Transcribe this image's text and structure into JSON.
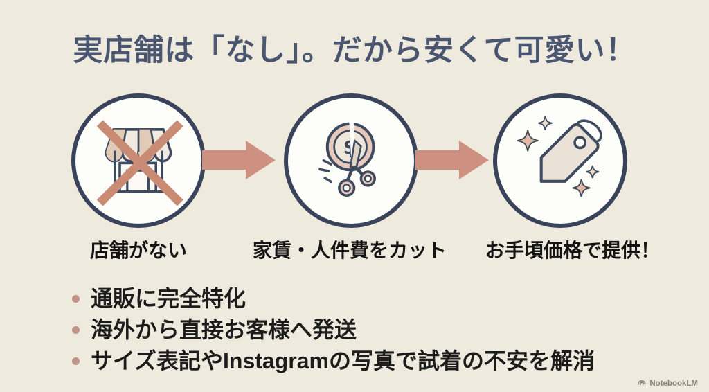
{
  "slide": {
    "title": "実店舗は「なし」。だから安くて可愛い！",
    "flow": {
      "steps": [
        {
          "icon": "no-storefront-icon",
          "label": "店舗がない"
        },
        {
          "icon": "scissors-cutting-coin-icon",
          "label": "家賃・人件費をカット"
        },
        {
          "icon": "price-tag-sparkle-icon",
          "label": "お手頃価格で提供！"
        }
      ],
      "arrow_icon": "right-arrow-icon",
      "coin_symbol": "$"
    },
    "bullets": [
      "通販に完全特化",
      "海外から直接お客様へ発送",
      "サイズ表記やInstagramの写真で試着の不安を解消"
    ],
    "watermark": "NotebookLM",
    "colors": {
      "background": "#EFEADE",
      "title": "#4A5670",
      "circle_border": "#39435A",
      "icon_outline": "#3E4A5E",
      "accent_salmon": "#CE9181",
      "cross_salmon": "#C98B74",
      "bullet_dot": "#C09488",
      "body_text": "#1C1C1C",
      "beige_fill": "#E9DFD2",
      "pink_fill": "#E7C9BE",
      "watermark_gray": "#85837E"
    }
  }
}
